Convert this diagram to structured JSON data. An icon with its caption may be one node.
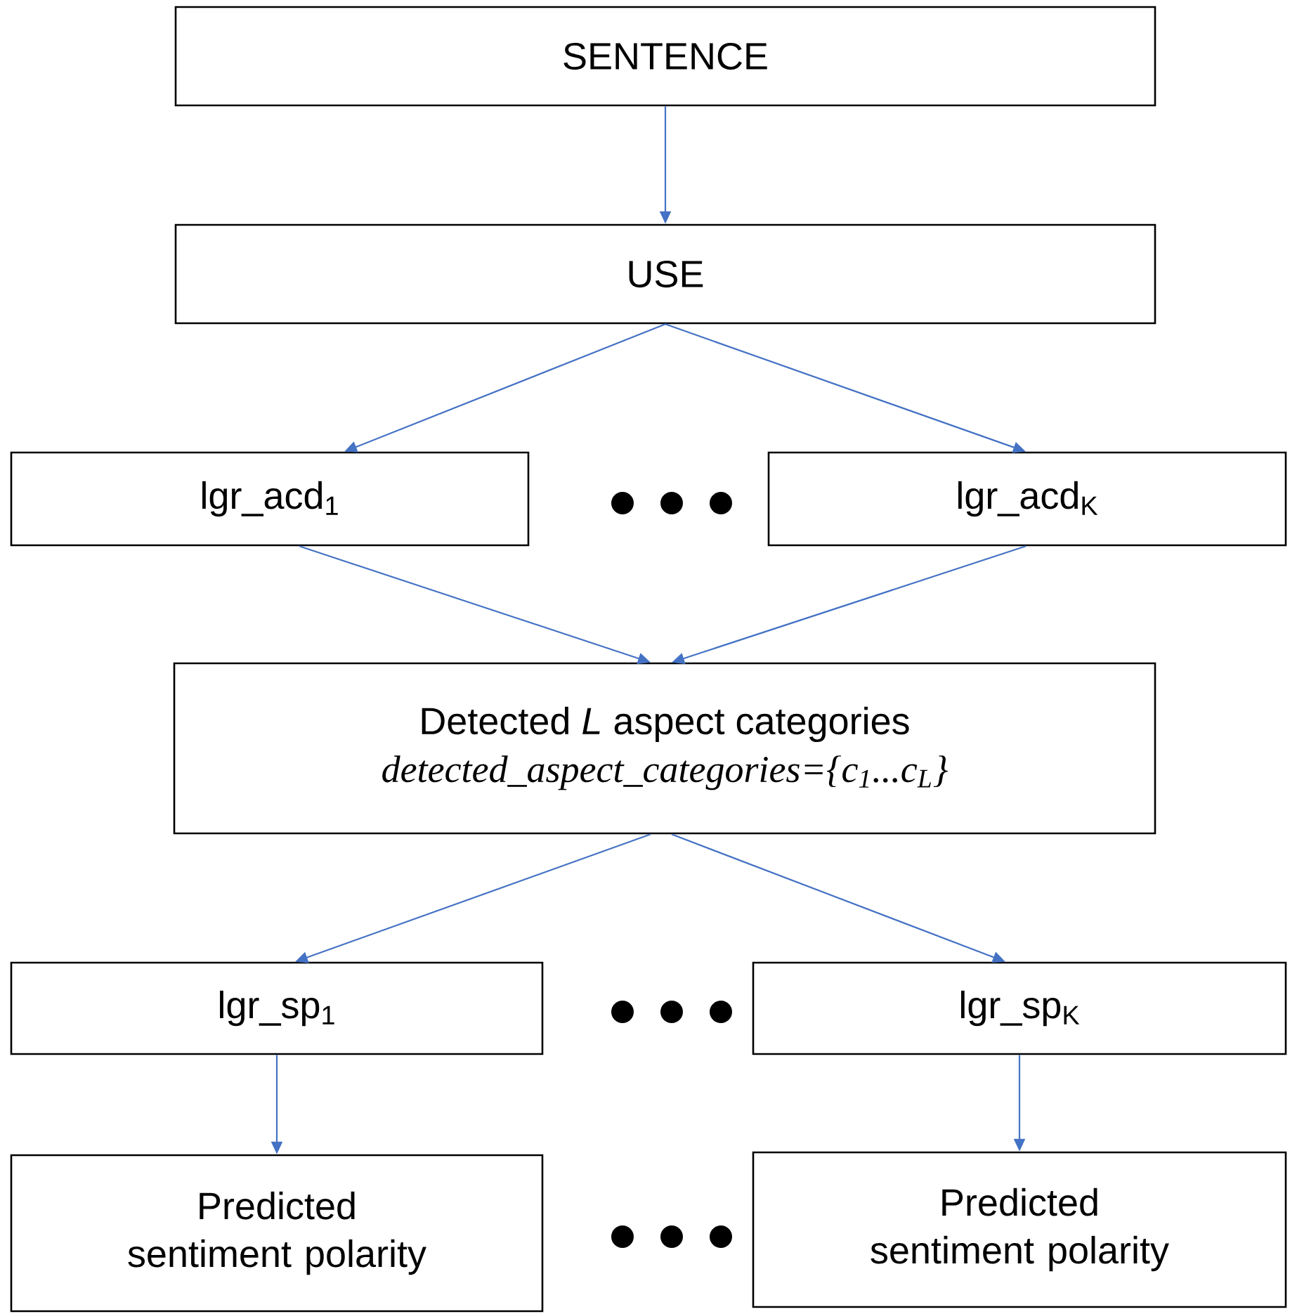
{
  "diagram": {
    "nodes": [
      {
        "text": [
          "SENTENCE"
        ]
      },
      {
        "text": [
          "USE"
        ]
      },
      {
        "text": [
          "lgr_acd$_{1}$"
        ]
      },
      {
        "text": [
          "lgr_acd$_{K}$"
        ]
      },
      {
        "text": [
          "Detected *L* aspect categories",
          "detected_aspect_categories={c$_{1}$...c$_{L}$}"
        ]
      },
      {
        "text": [
          "lgr_sp$_{1}$"
        ]
      },
      {
        "text": [
          "lgr_sp$_{K}$"
        ]
      },
      {
        "text": [
          "Predicted sentiment polarity"
        ]
      },
      {
        "text": [
          "Predicted sentiment polarity"
        ]
      }
    ],
    "edges": [
      {
        "from": 0,
        "to": 1,
        "arrow": "to"
      },
      {
        "from": 1,
        "to": 2,
        "arrow": "to"
      },
      {
        "from": 1,
        "to": 3,
        "arrow": "to"
      },
      {
        "from": 2,
        "to": 4,
        "arrow": "to"
      },
      {
        "from": 3,
        "to": 4,
        "arrow": "to"
      },
      {
        "from": 4,
        "to": 5,
        "arrow": "to"
      },
      {
        "from": 4,
        "to": 6,
        "arrow": "to"
      },
      {
        "from": 5,
        "to": 7,
        "arrow": "to"
      },
      {
        "from": 6,
        "to": 8,
        "arrow": "to"
      }
    ]
  }
}
